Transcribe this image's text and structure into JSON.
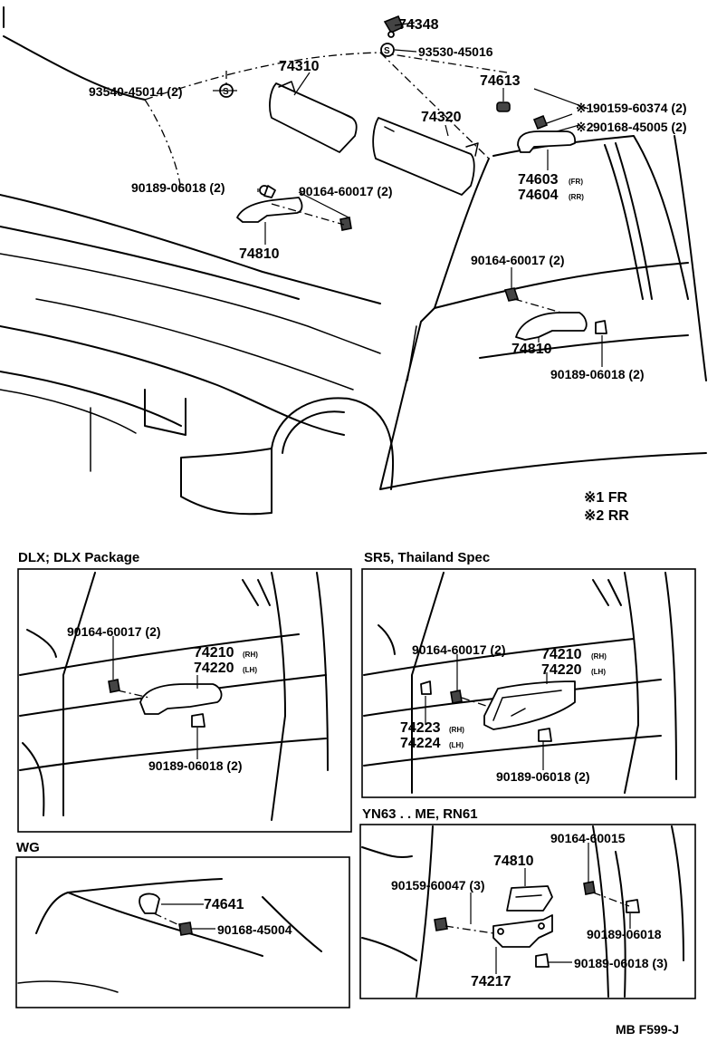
{
  "main": {
    "parts": {
      "p74348": "74348",
      "p93530_45016": "93530-45016",
      "p74310": "74310",
      "p93540_45014": "93540-45014 (2)",
      "p74320": "74320",
      "p74613": "74613",
      "p90159_60374": "90159-60374 (2)",
      "p90168_45005": "90168-45005 (2)",
      "p74603": "74603",
      "p74604": "74604",
      "p90189_06018_a": "90189-06018 (2)",
      "p90164_60017_a": "90164-60017 (2)",
      "p74810_a": "74810",
      "p90164_60017_b": "90164-60017 (2)",
      "p74810_b": "74810",
      "p90189_06018_b": "90189-06018 (2)"
    },
    "sub_fr": "(FR)",
    "sub_rr": "(RR)",
    "mark_1": "※1",
    "mark_2": "※2"
  },
  "legend": {
    "l1": "※1 FR",
    "l2": "※2 RR"
  },
  "dlx": {
    "heading": "DLX; DLX Package",
    "p90164": "90164-60017 (2)",
    "p74210": "74210",
    "p74220": "74220",
    "p90189": "90189-06018 (2)",
    "rh": "(RH)",
    "lh": "(LH)"
  },
  "sr5": {
    "heading": "SR5, Thailand Spec",
    "p90164": "90164-60017 (2)",
    "p74210": "74210",
    "p74220": "74220",
    "p74223": "74223",
    "p74224": "74224",
    "p90189": "90189-06018 (2)",
    "rh": "(RH)",
    "lh": "(LH)"
  },
  "wg": {
    "heading": "WG",
    "p74641": "74641",
    "p90168": "90168-45004"
  },
  "yn": {
    "heading": "YN63 . . ME, RN61",
    "p90164": "90164-60015",
    "p74810": "74810",
    "p90159": "90159-60047 (3)",
    "p90189_a": "90189-06018",
    "p74217": "74217",
    "p90189_b": "90189-06018 (3)"
  },
  "footer": {
    "code": "MB F599-J"
  }
}
